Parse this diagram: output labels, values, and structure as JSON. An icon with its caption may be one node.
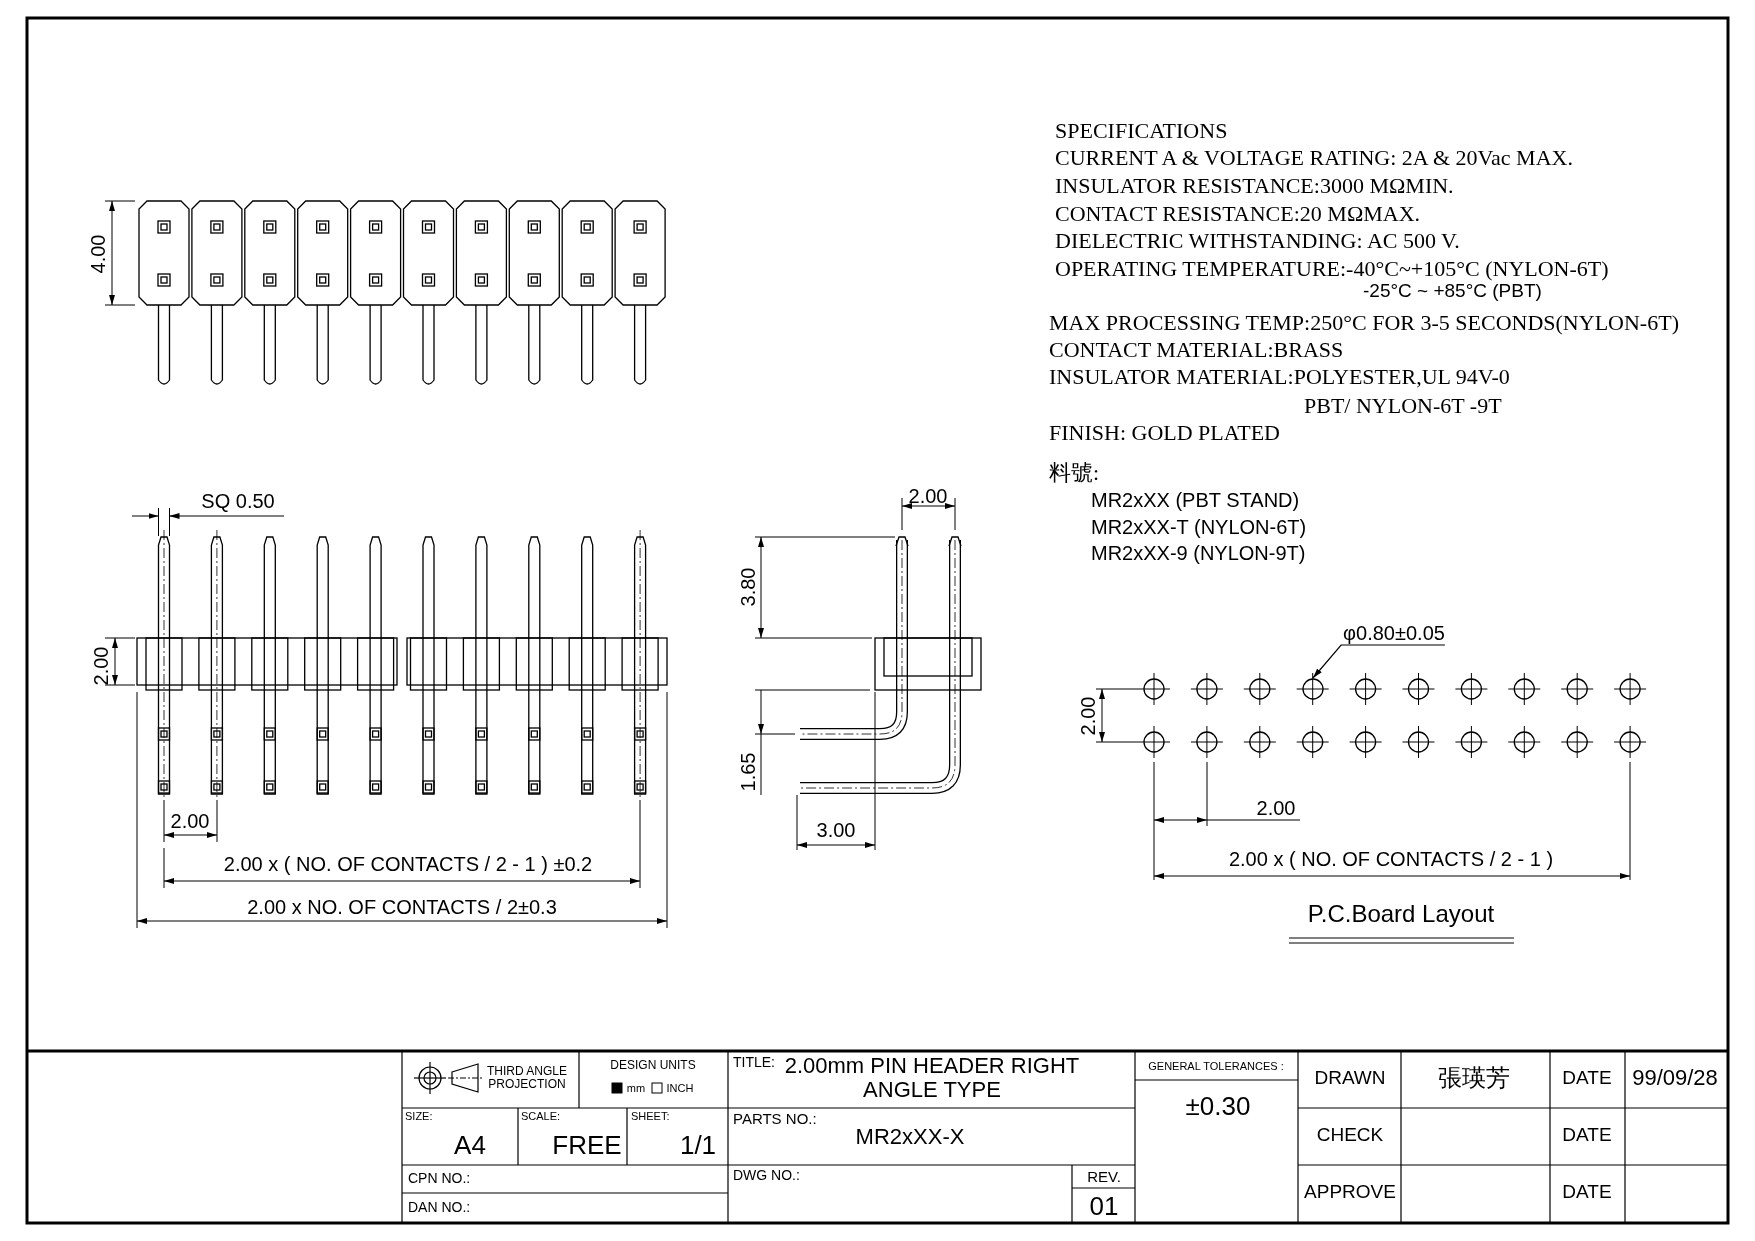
{
  "diagram": {
    "nodes": [
      {
        "text": [
          "φ0.80±0.05"
        ]
      },
      {
        "text": [],
        "shape": "circle"
      }
    ],
    "edges": [
      {
        "from": 0,
        "to": 1,
        "arrow": "to"
      }
    ],
    "labels": [
      "SPECIFICATIONS",
      "CURRENT A & VOLTAGE RATING: 2A & 20Vac MAX.",
      "INSULATOR RESISTANCE:3000 MΩMIN.",
      "CONTACT RESISTANCE:20 MΩMAX.",
      "DIELECTRIC WITHSTANDING: AC 500 V.",
      "OPERATING TEMPERATURE:-40°C~+105°C (NYLON-6T)",
      "-25°C ~ +85°C (PBT)",
      "MAX PROCESSING TEMP:250°C FOR 3-5 SECONDS(NYLON-6T)",
      "CONTACT MATERIAL:BRASS",
      "INSULATOR MATERIAL:POLYESTER,UL 94V-0",
      "PBT/ NYLON-6T -9T",
      "FINISH: GOLD PLATED",
      "料號:",
      "MR2xXX (PBT STAND)",
      "MR2xXX-T (NYLON-6T)",
      "MR2xXX-9 (NYLON-9T)",
      "4.00",
      "SQ 0.50",
      "2.00",
      "2.00",
      "2.00 x ( NO. OF CONTACTS / 2 - 1 ) ±0.2",
      "2.00 x NO. OF CONTACTS / 2±0.3",
      "2.00",
      "3.80",
      "1.65",
      "3.00",
      "2.00",
      "2.00",
      "2.00 x ( NO. OF CONTACTS / 2 - 1 )",
      "P.C.Board Layout",
      "THIRD ANGLE PROJECTION",
      "DESIGN UNITS",
      "mm",
      "INCH",
      "TITLE:",
      "2.00mm PIN HEADER RIGHT ANGLE TYPE",
      "GENERAL TOLERANCES :",
      "DRAWN",
      "張瑛芳",
      "DATE",
      "99/09/28",
      "SIZE:",
      "SCALE:",
      "SHEET:",
      "PARTS NO.:",
      "±0.30",
      "CHECK",
      "DATE",
      "A4",
      "FREE",
      "1/1",
      "MR2xXX-X",
      "APPROVE",
      "DATE",
      "CPN NO.:",
      "DWG NO.:",
      "REV.",
      "DAN NO.:",
      "01"
    ]
  }
}
